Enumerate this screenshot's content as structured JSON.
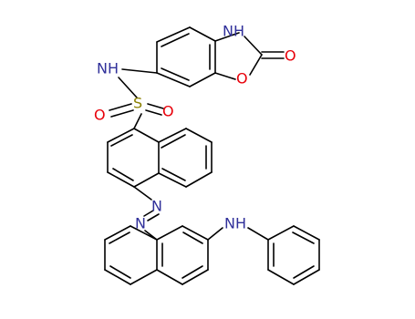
{
  "structure": {
    "atoms": {
      "nh_top": "NH",
      "o_carbonyl": "O",
      "o_ring": "O",
      "nh_sulfonamide": "NH",
      "s_sulfonyl": "S",
      "o_sulfonyl_left": "O",
      "o_sulfonyl_right": "O",
      "n_azo_1": "N",
      "n_azo_2": "N",
      "nh_anilino": "NH"
    },
    "colors": {
      "nitrogen": "#30309a",
      "oxygen": "#e8000a",
      "sulfur": "#8a8000",
      "bond": "#000000"
    }
  }
}
